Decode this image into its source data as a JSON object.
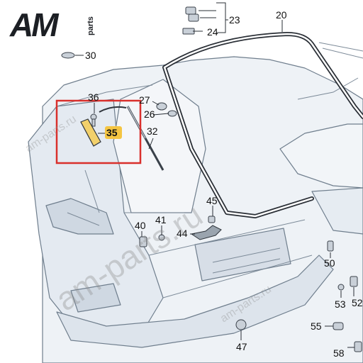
{
  "logo": {
    "main": "AM",
    "sub": "parts"
  },
  "watermark": {
    "big": "am-parts.ru",
    "small": "am-parts.ru"
  },
  "highlight": {
    "color": "#d9302c",
    "tag_fill": "#f4c542"
  },
  "callouts": [
    {
      "id": "23",
      "label": "23"
    },
    {
      "id": "24",
      "label": "24"
    },
    {
      "id": "20",
      "label": "20"
    },
    {
      "id": "30",
      "label": "30"
    },
    {
      "id": "36",
      "label": "36"
    },
    {
      "id": "27",
      "label": "27"
    },
    {
      "id": "26",
      "label": "26"
    },
    {
      "id": "35",
      "label": "35"
    },
    {
      "id": "32",
      "label": "32"
    },
    {
      "id": "45",
      "label": "45"
    },
    {
      "id": "41",
      "label": "41"
    },
    {
      "id": "40",
      "label": "40"
    },
    {
      "id": "44",
      "label": "44"
    },
    {
      "id": "50",
      "label": "50"
    },
    {
      "id": "53",
      "label": "53"
    },
    {
      "id": "52",
      "label": "52"
    },
    {
      "id": "55",
      "label": "55"
    },
    {
      "id": "47",
      "label": "47"
    },
    {
      "id": "58",
      "label": "58"
    }
  ]
}
